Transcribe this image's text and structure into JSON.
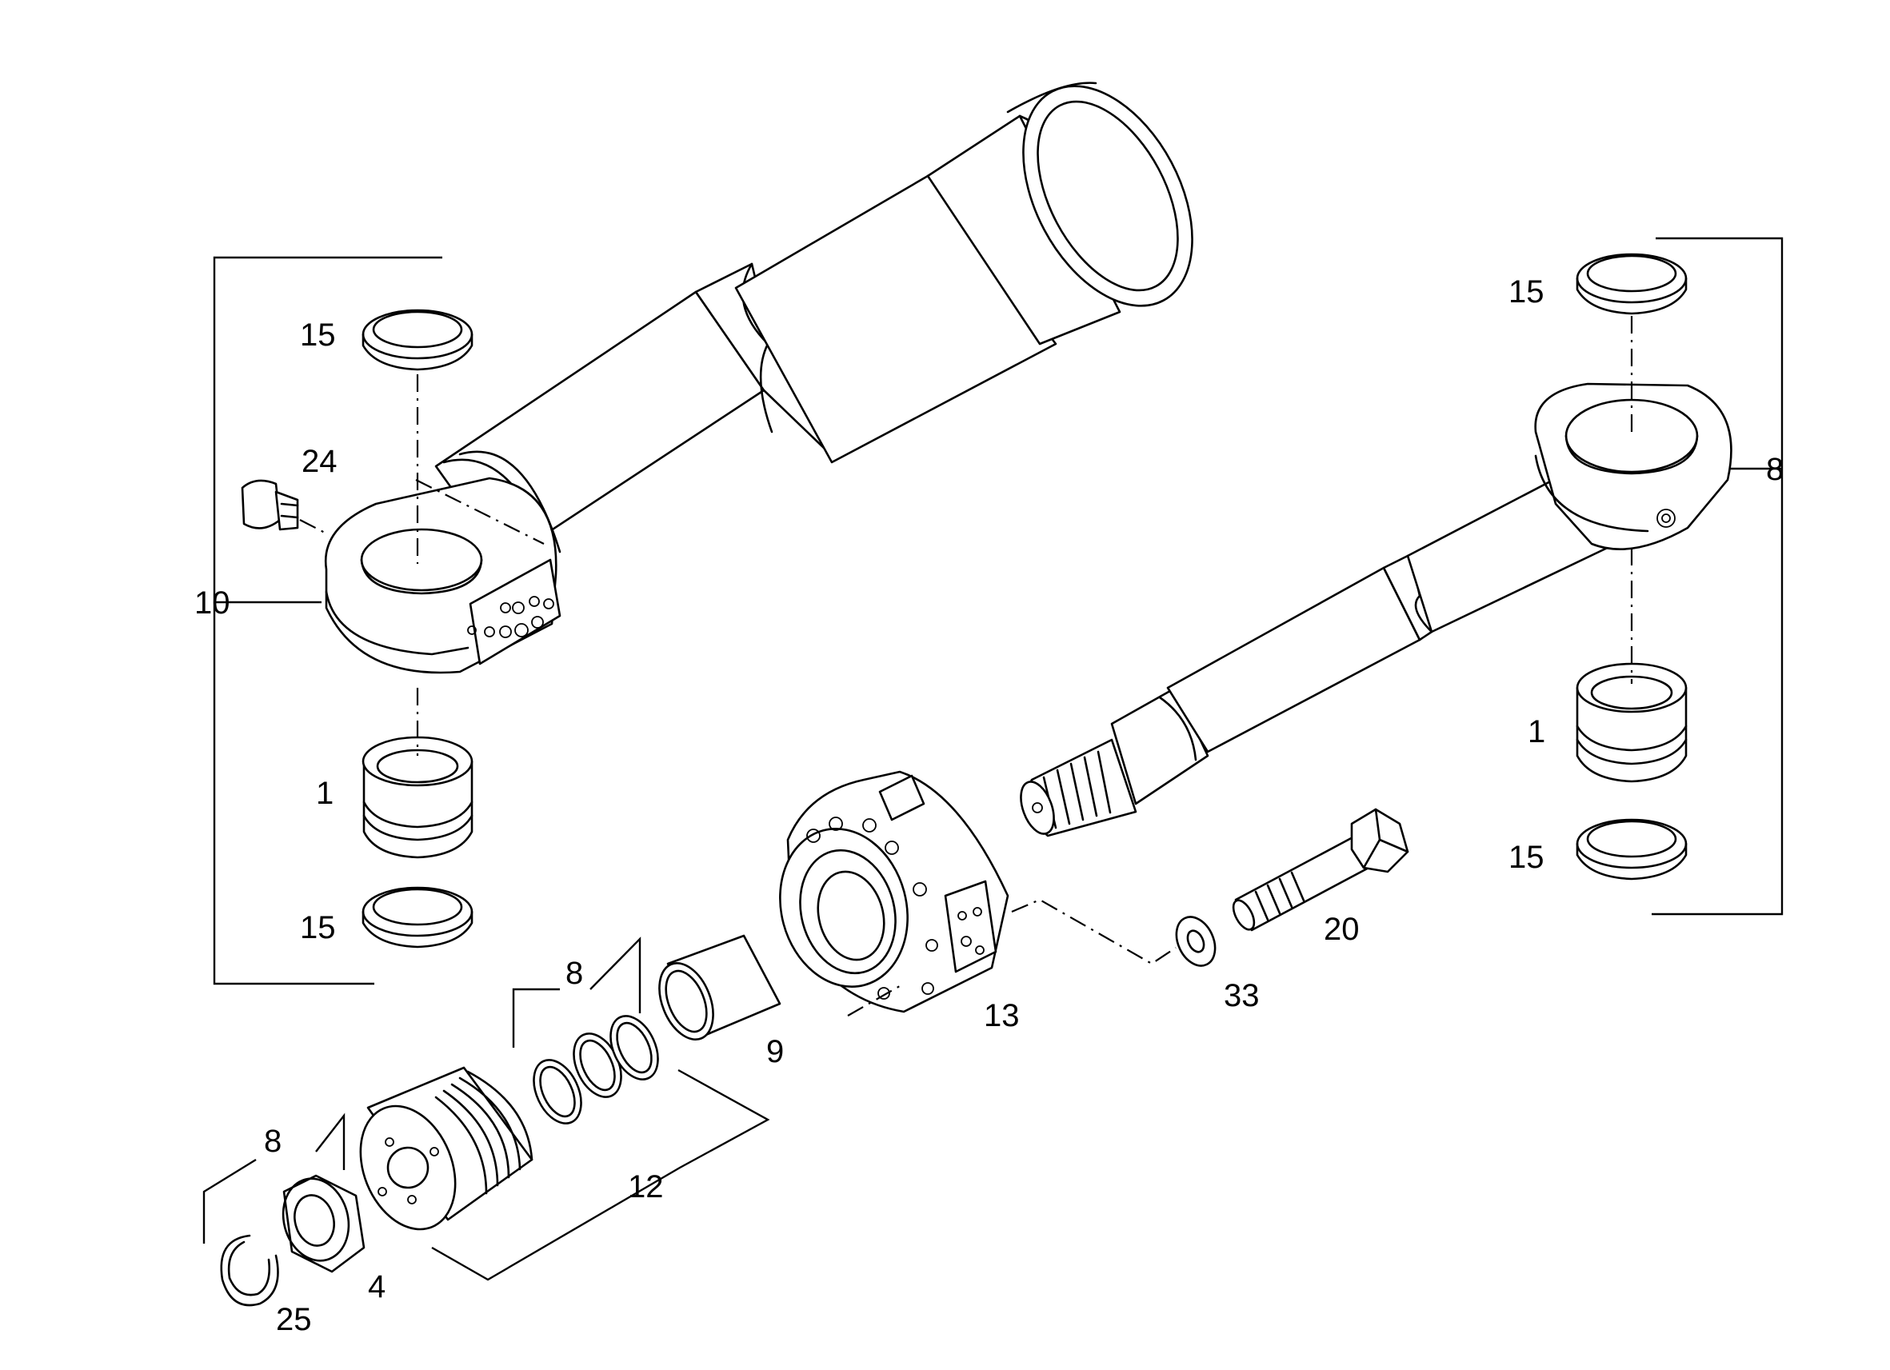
{
  "labels": {
    "tube_assembly": "10",
    "bushing_left": "1",
    "ring_left_top": "15",
    "ring_left_bottom": "15",
    "grease_nipple": "24",
    "rod_assembly": "8",
    "ring_right_top": "15",
    "bushing_right": "1",
    "ring_right_bottom": "15",
    "cylinder_head": "13",
    "guide_bushing": "9",
    "washer": "33",
    "screw": "20",
    "seal_kit": "8",
    "seal_kit_piston": "12",
    "nut_kit": "8",
    "nut": "4",
    "circlip": "25"
  }
}
